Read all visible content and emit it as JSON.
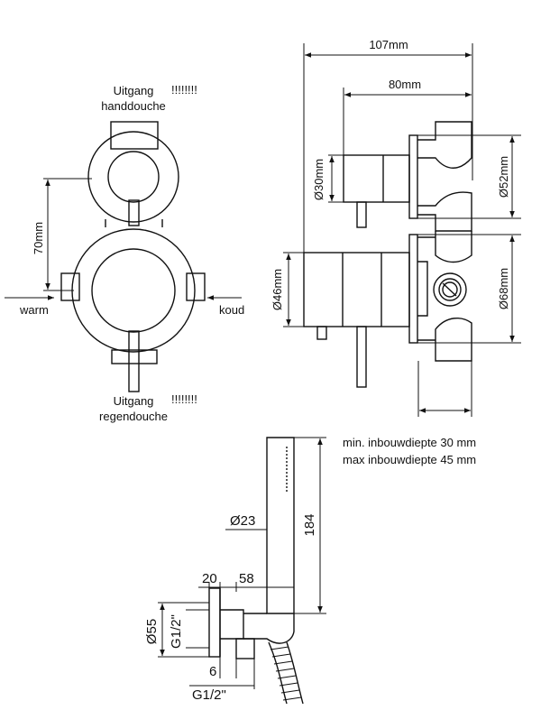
{
  "front_view": {
    "outlet_hand_shower": {
      "line1": "Uitgang",
      "line2": "handdouche",
      "marks": "!!!!!!!!"
    },
    "outlet_rain_shower": {
      "line1": "Uitgang",
      "line2": "regendouche",
      "marks": "!!!!!!!!"
    },
    "dim_height": "70mm",
    "warm": "warm",
    "cold": "koud"
  },
  "side_view": {
    "dim_total": "107mm",
    "dim_body": "80mm",
    "dia_upper_handle": "Ø30mm",
    "dia_lower_handle": "Ø46mm",
    "dia_upper_plate": "Ø52mm",
    "dia_lower_plate": "Ø68mm"
  },
  "notes": {
    "min_depth": "min. inbouwdiepte 30 mm",
    "max_depth": "max inbouwdiepte 45 mm"
  },
  "hand_shower": {
    "dia_head": "Ø23",
    "length": "184",
    "dim_20": "20",
    "dim_58": "58",
    "dia_55": "Ø55",
    "thread_1": "G1/2\"",
    "dim_6": "6",
    "thread_2": "G1/2\""
  }
}
